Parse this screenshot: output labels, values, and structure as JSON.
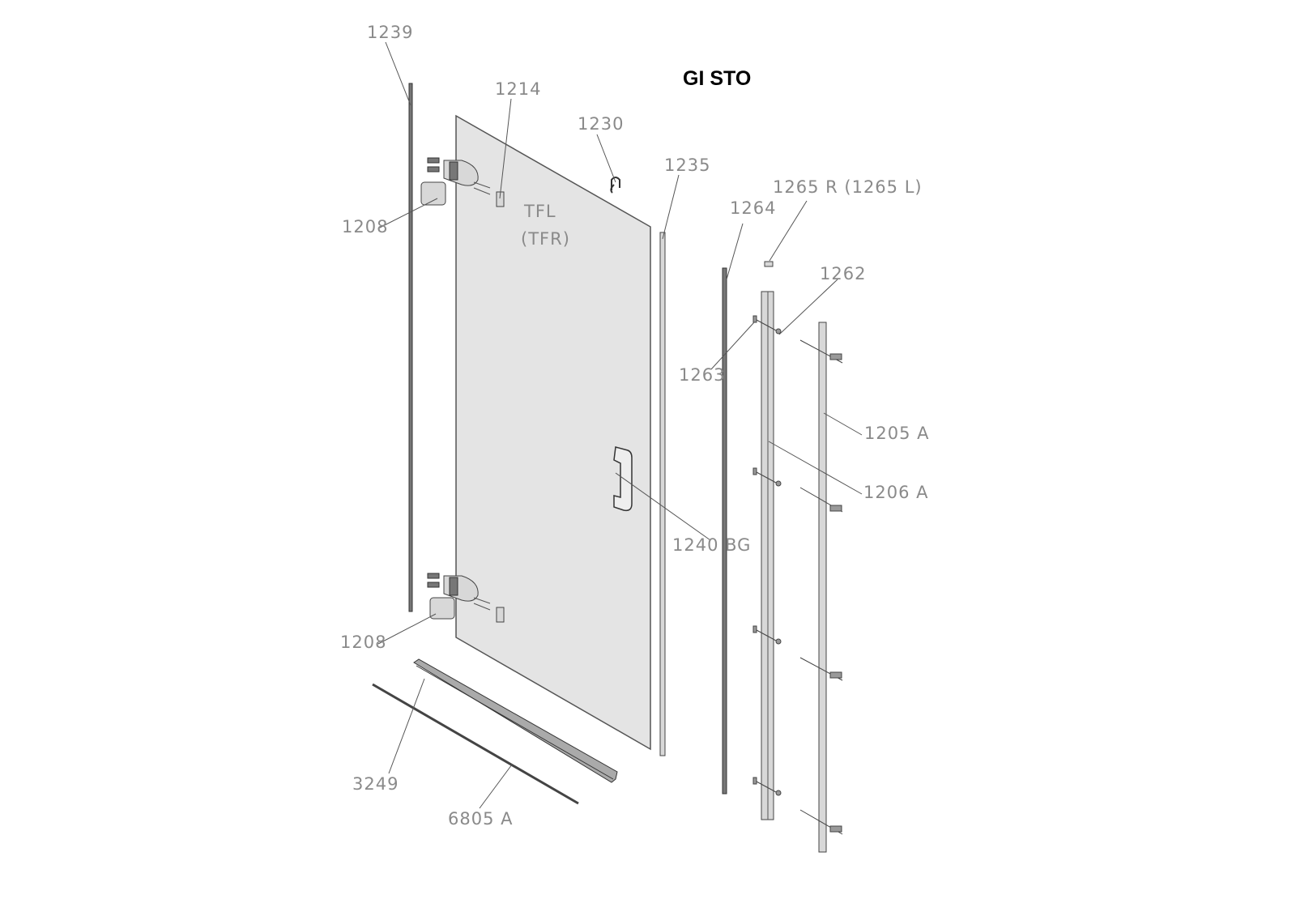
{
  "title": "GI STO",
  "panel": {
    "line1": "TFL",
    "line2": "(TFR)"
  },
  "labels": {
    "p1239": "1239",
    "p1214": "1214",
    "p1230": "1230",
    "p1235": "1235",
    "p1264": "1264",
    "p1265": "1265 R (1265 L)",
    "p1262": "1262",
    "p1263": "1263",
    "p1205": "1205 A",
    "p1206": "1206 A",
    "p1240": "1240 BG",
    "p1208a": "1208",
    "p1208b": "1208",
    "p3249": "3249",
    "p6805": "6805 A"
  }
}
